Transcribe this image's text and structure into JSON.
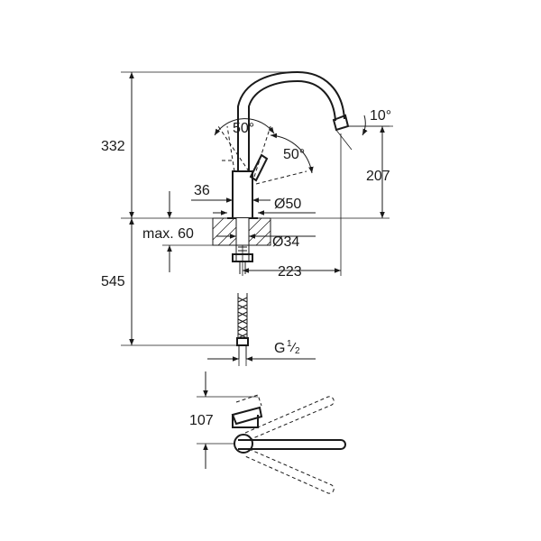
{
  "dimensions": {
    "total_height": "332",
    "below_deck": "545",
    "spout_height": "207",
    "lever_angle_top": "50°",
    "lever_angle_side": "50°",
    "spout_tilt": "10°",
    "body_width": "36",
    "base_diameter": "Ø50",
    "deck_thickness": "max. 60",
    "hole_diameter": "Ø34",
    "spout_reach": "223",
    "connection": "G",
    "connection_fraction_num": "1",
    "connection_fraction_den": "2",
    "plan_depth": "107"
  },
  "colors": {
    "line": "#1a1a1a",
    "background": "#ffffff"
  }
}
